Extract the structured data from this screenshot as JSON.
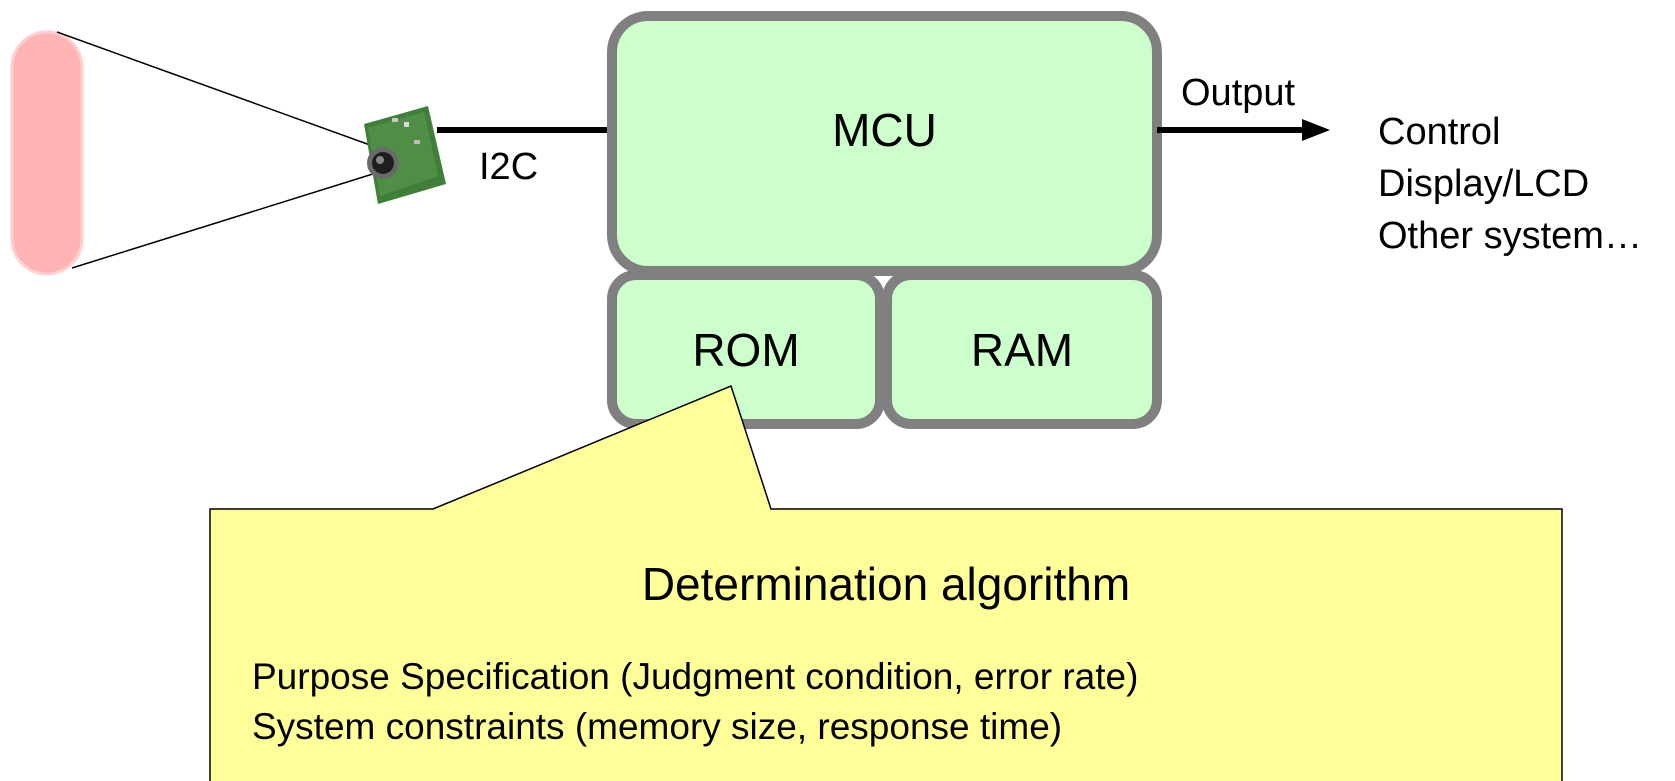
{
  "diagram": {
    "blocks": {
      "mcu": "MCU",
      "rom": "ROM",
      "ram": "RAM"
    },
    "links": {
      "sensor_interface": "I2C",
      "output": "Output"
    },
    "outputs": [
      "Control",
      "Display/LCD",
      "Other system…"
    ],
    "callout": {
      "title": "Determination algorithm",
      "lines": [
        "Purpose Specification (Judgment condition, error rate)",
        "System constraints (memory size, response time)"
      ]
    },
    "colors": {
      "block_fill": "#ccffcc",
      "block_border": "#808080",
      "callout_fill": "#ffff99",
      "target_fill": "#ffb3b3",
      "sensor_board": "#3f7f3a"
    }
  }
}
